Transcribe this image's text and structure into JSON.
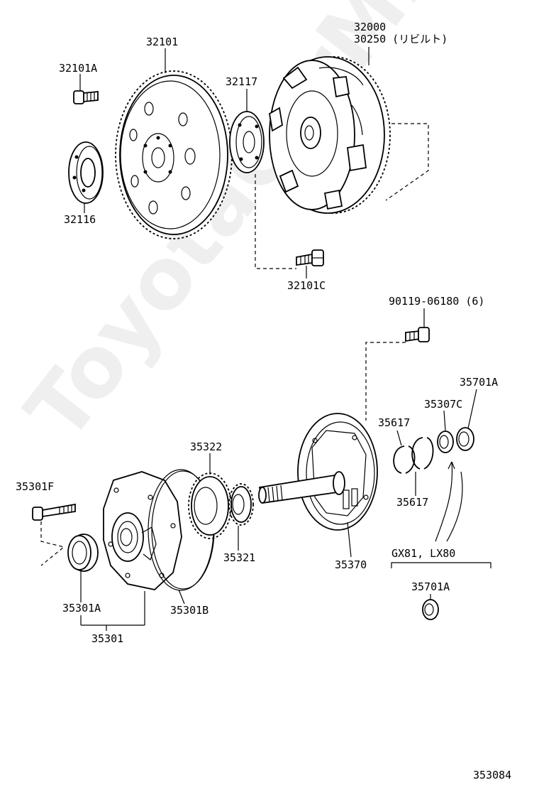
{
  "watermark": "ToyotaCarMine.ru",
  "diagram_id": "353084",
  "labels": {
    "p32000": "32000",
    "p30250": "30250 (リビルト)",
    "p32101": "32101",
    "p32101A": "32101A",
    "p32117": "32117",
    "p32116": "32116",
    "p32101C": "32101C",
    "p90119": "90119-06180 (6)",
    "p35701A_top": "35701A",
    "p35307C": "35307C",
    "p35617_top": "35617",
    "p35617_bot": "35617",
    "p35322": "35322",
    "p35301F": "35301F",
    "p35321": "35321",
    "p35370": "35370",
    "p35301A": "35301A",
    "p35301B": "35301B",
    "p35301": "35301",
    "models": "GX81, LX80",
    "p35701A_bot": "35701A"
  }
}
